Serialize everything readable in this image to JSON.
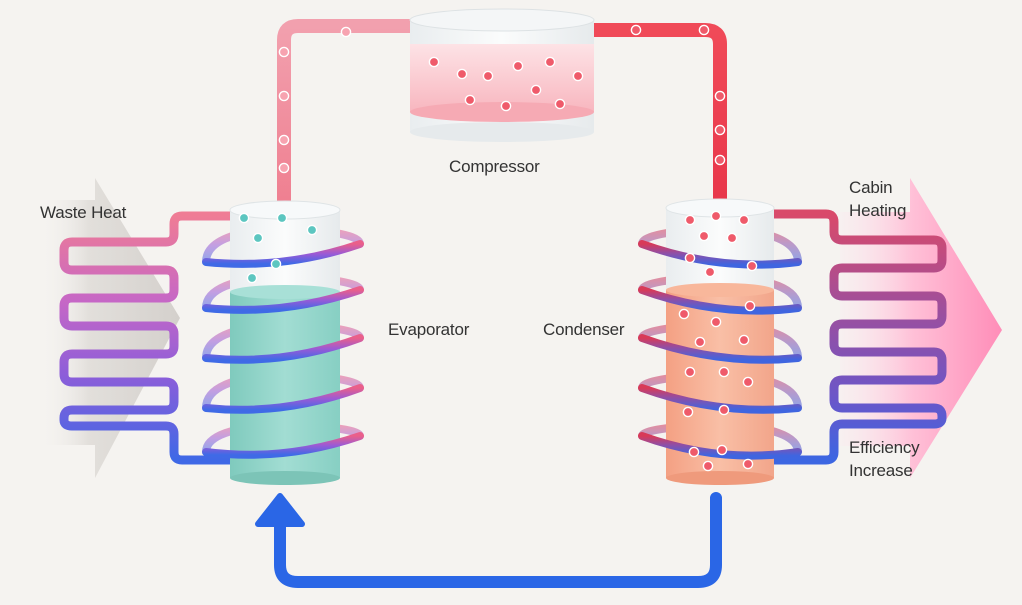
{
  "labels": {
    "waste_heat": "Waste Heat",
    "compressor": "Compressor",
    "evaporator": "Evaporator",
    "condenser": "Condenser",
    "cabin_heating": [
      "Cabin",
      "Heating"
    ],
    "efficiency_increase": [
      "Efficiency",
      "Increase"
    ]
  },
  "colors": {
    "hot_pipe": "#f0505a",
    "warm_pipe": "#ef8a9a",
    "cold_pipe": "#2f6fe6",
    "coil_violet": "#8a5fd6",
    "evaporator_liquid": "#8fd3c8",
    "condenser_liquid": "#f6a98a",
    "heat_arrow_in": "#d9d6d2",
    "heat_arrow_out": "#ff9fc1",
    "return_arrow": "#2a66e6"
  },
  "icons": [
    "refrigerant-particle",
    "heat-flow-arrow",
    "return-flow-arrow"
  ]
}
